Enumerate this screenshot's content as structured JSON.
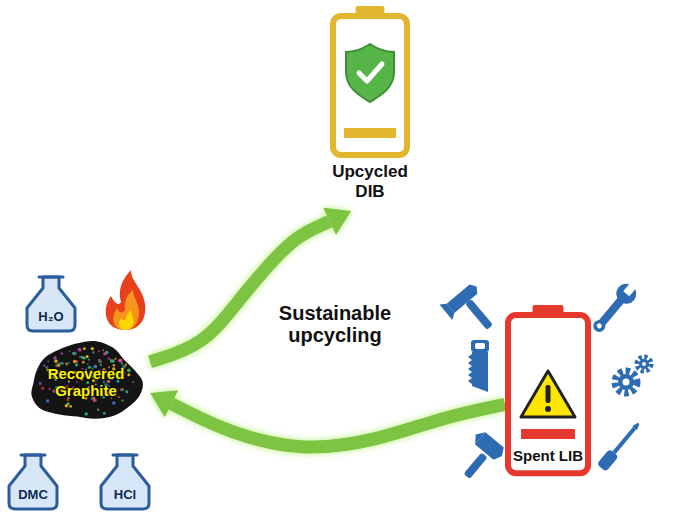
{
  "diagram": {
    "nodes": [
      {
        "text": [
          "Upcycled DIB"
        ]
      },
      {
        "text": [
          "H₂O"
        ]
      },
      {
        "text": [
          "Recovered Graphite"
        ]
      },
      {
        "text": [
          "DMC"
        ]
      },
      {
        "text": [
          "HCl"
        ]
      },
      {
        "text": [
          "Spent LIB"
        ]
      }
    ],
    "edges": [
      {
        "from": 5,
        "to": 2,
        "arrow": "to"
      },
      {
        "from": 2,
        "to": 0,
        "arrow": "to"
      }
    ],
    "labels": [
      "Sustainable upcycling"
    ]
  }
}
